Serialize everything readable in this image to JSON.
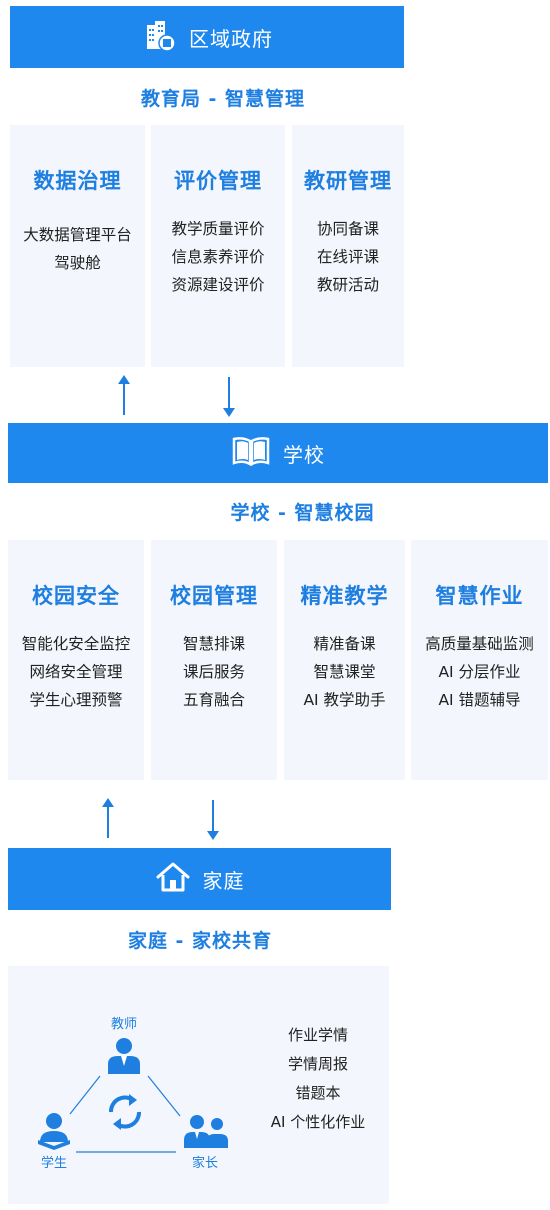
{
  "government": {
    "label": "区域政府",
    "icon": "government-building-icon",
    "subtitle": "教育局 - 智慧管理",
    "cards": [
      {
        "title": "数据治理",
        "items": [
          "大数据管理平台",
          "驾驶舱"
        ]
      },
      {
        "title": "评价管理",
        "items": [
          "教学质量评价",
          "信息素养评价",
          "资源建设评价"
        ]
      },
      {
        "title": "教研管理",
        "items": [
          "协同备课",
          "在线评课",
          "教研活动"
        ]
      }
    ]
  },
  "school": {
    "label": "学校",
    "icon": "open-book-icon",
    "subtitle": "学校 - 智慧校园",
    "cards": [
      {
        "title": "校园安全",
        "items": [
          "智能化安全监控",
          "网络安全管理",
          "学生心理预警"
        ]
      },
      {
        "title": "校园管理",
        "items": [
          "智慧排课",
          "课后服务",
          "五育融合"
        ]
      },
      {
        "title": "精准教学",
        "items": [
          "精准备课",
          "智慧课堂",
          "AI 教学助手"
        ]
      },
      {
        "title": "智慧作业",
        "items": [
          "高质量基础监测",
          "AI 分层作业",
          "AI 错题辅导"
        ]
      }
    ]
  },
  "family": {
    "label": "家庭",
    "icon": "house-icon",
    "subtitle": "家庭 - 家校共育",
    "roles": {
      "teacher": "教师",
      "student": "学生",
      "parent": "家长"
    },
    "items": [
      "作业学情",
      "学情周报",
      "错题本",
      "AI 个性化作业"
    ]
  },
  "colors": {
    "primary": "#1e88ee",
    "accent": "#1e7fe0",
    "card_bg": "#f3f6fc"
  }
}
